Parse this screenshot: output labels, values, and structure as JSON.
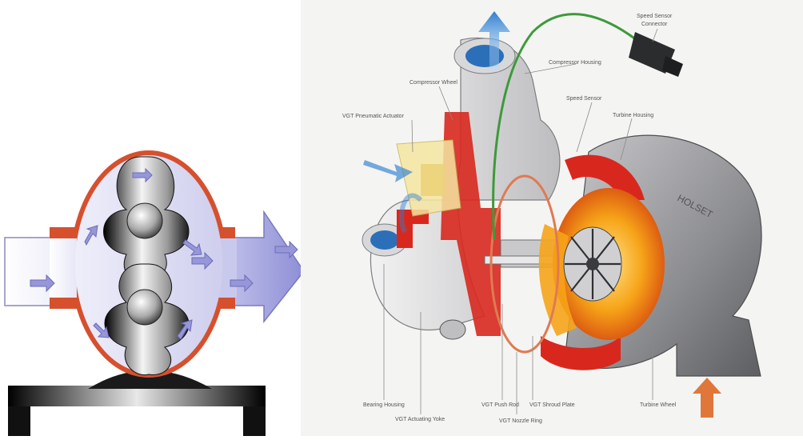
{
  "lobe_pump": {
    "colors": {
      "casing": "#d6502e",
      "chamber": "#dcdcf2",
      "flow_arrow": "#9696d8",
      "lobe_dark": "#111111",
      "lobe_light": "#cfcfcf"
    },
    "icons": [
      "flow-arrow-icon"
    ]
  },
  "turbocharger": {
    "labels": {
      "speed_sensor_connector_1": "Speed Sensor",
      "speed_sensor_connector_2": "Connector",
      "compressor_housing": "Compressor Housing",
      "compressor_wheel": "Compressor Wheel",
      "speed_sensor": "Speed Sensor",
      "turbine_housing": "Turbine Housing",
      "vgt_pneumatic_actuator": "VGT Pneumatic Actuator",
      "bearing_housing": "Bearing Housing",
      "vgt_actuating_yoke": "VGT Actuating Yoke",
      "vgt_push_rod": "VGT Push Rod",
      "vgt_shroud_plate": "VGT Shroud Plate",
      "vgt_nozzle_ring": "VGT Nozzle Ring",
      "turbine_wheel": "Turbine Wheel",
      "housing_cast_text": "HOLSET"
    },
    "colors": {
      "housing": "#8c8d90",
      "cutaway": "#d8281e",
      "hot_section": "#f6a418",
      "sensor_wire": "#3d9a3a",
      "air_in_arrow": "#2f7fd0",
      "exhaust_arrow": "#e0773a"
    }
  }
}
